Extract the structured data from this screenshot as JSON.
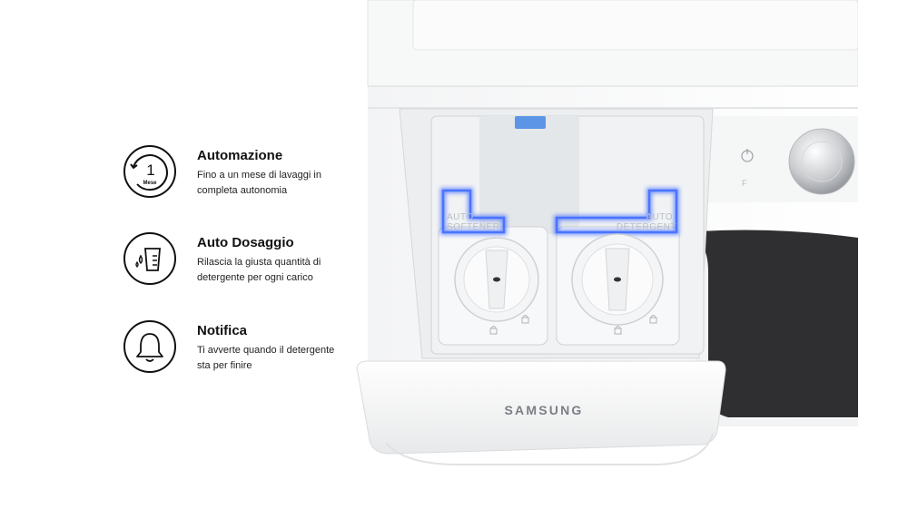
{
  "features": [
    {
      "title": "Automazione",
      "desc_line1": "Fino a un mese di lavaggi in",
      "desc_line2": "completa autonomia",
      "icon_number": "1",
      "icon_caption": "Mese"
    },
    {
      "title": "Auto Dosaggio",
      "desc_line1": "Rilascia la giusta quantità di",
      "desc_line2": "detergente per ogni carico"
    },
    {
      "title": "Notifica",
      "desc_line1": "Ti avverte quando il detergente",
      "desc_line2": "sta per finire"
    }
  ],
  "product": {
    "brand": "SAMSUNG",
    "left_compartment": {
      "line1": "AUTO",
      "line2": "SOFTENER"
    },
    "right_compartment": {
      "line1": "AUTO",
      "line2": "DETERGENT"
    },
    "highlight_color": "#2f5bff"
  }
}
